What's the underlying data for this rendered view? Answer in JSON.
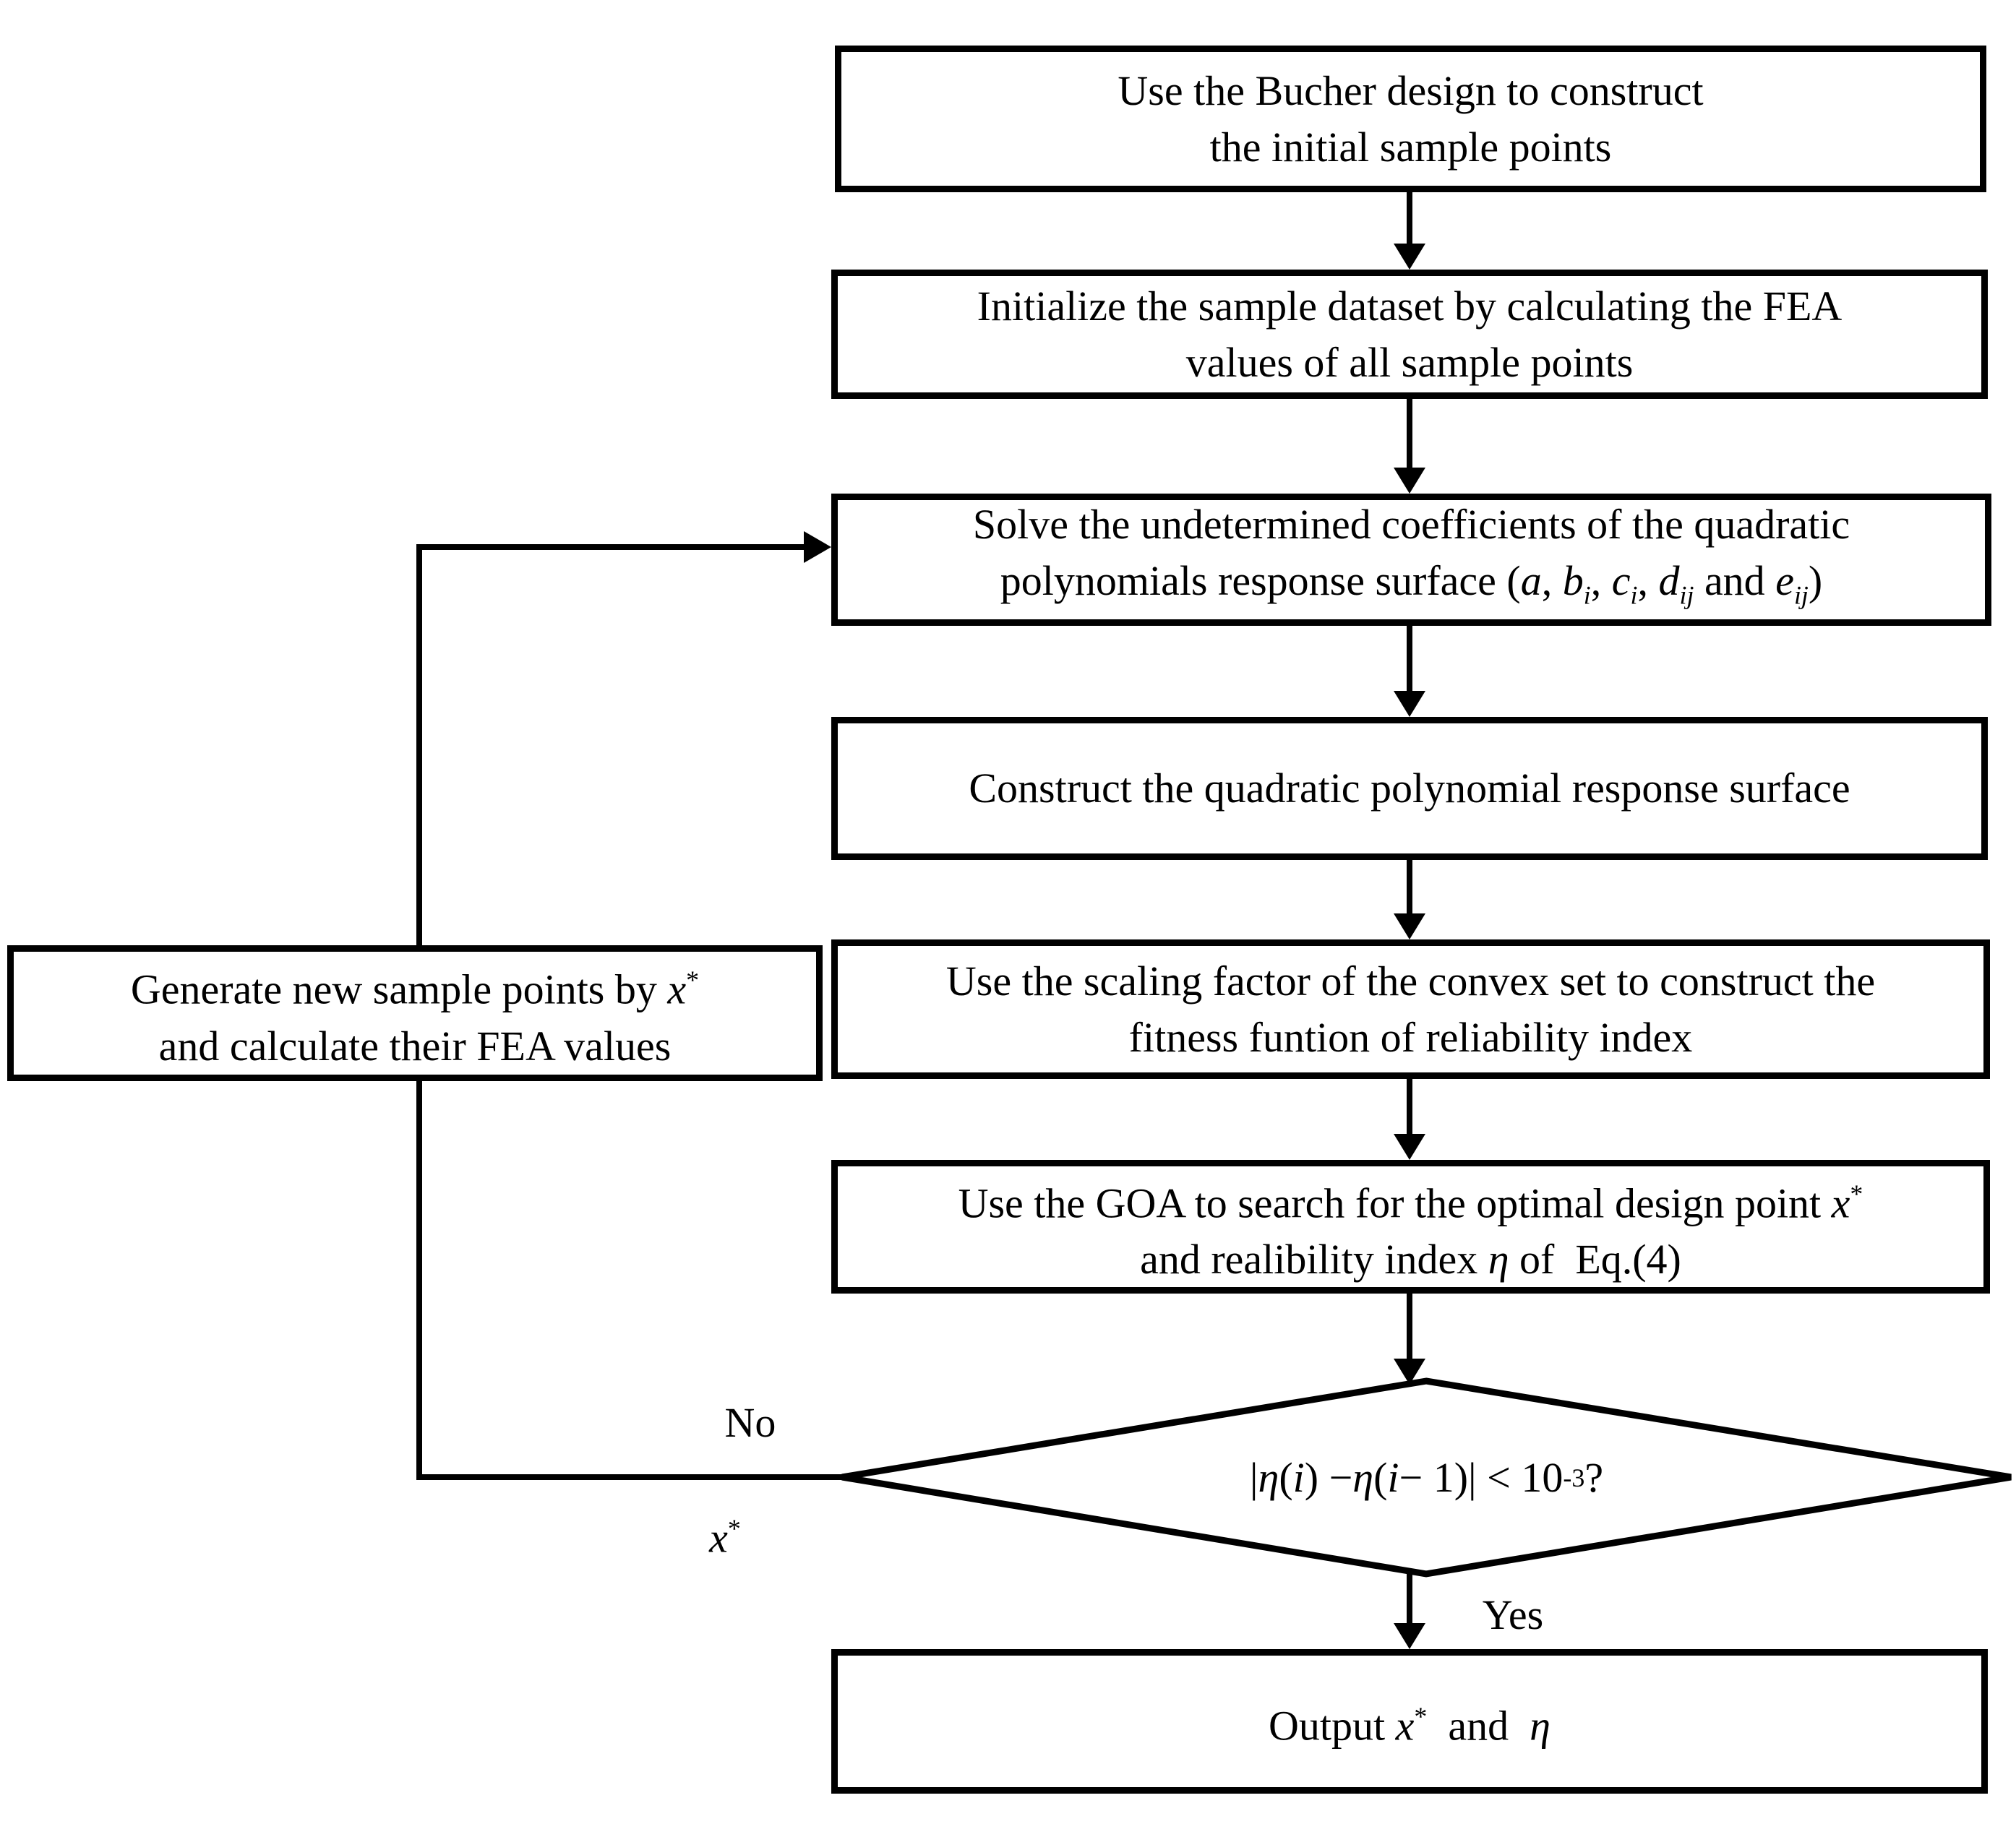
{
  "diagram_title": "GOA response-surface reliability flowchart",
  "colors": {
    "ink": "#000000",
    "paper": "#ffffff"
  },
  "nodes": {
    "bucher": {
      "line1": "Use the Bucher design to construct",
      "line2": "the initial sample points"
    },
    "init": {
      "line1": "Initialize the sample dataset by calculating the FEA",
      "line2": "values of all sample points"
    },
    "solve": {
      "line1": "Solve the undetermined coefficients of the quadratic",
      "line2": [
        {
          "t": "polynomials response surface ("
        },
        {
          "t": "a",
          "i": true
        },
        {
          "t": ", "
        },
        {
          "t": "b",
          "i": true
        },
        {
          "t": "i",
          "sub": true,
          "i": true
        },
        {
          "t": ", "
        },
        {
          "t": "c",
          "i": true
        },
        {
          "t": "i",
          "sub": true,
          "i": true
        },
        {
          "t": ", "
        },
        {
          "t": "d",
          "i": true
        },
        {
          "t": "ij",
          "sub": true,
          "i": true
        },
        {
          "t": " and "
        },
        {
          "t": "e",
          "i": true
        },
        {
          "t": "ij",
          "sub": true,
          "i": true
        },
        {
          "t": ")"
        }
      ]
    },
    "construct": {
      "line1": "Construct the quadratic polynomial response surface"
    },
    "scaling": {
      "line1": "Use the scaling factor of the convex set to construct the",
      "line2": "fitness funtion of reliability index"
    },
    "goa": {
      "line1": [
        {
          "t": "Use the GOA to search for the optimal design point "
        },
        {
          "t": "x",
          "i": true
        },
        {
          "t": "*",
          "sup": true
        }
      ],
      "line2": [
        {
          "t": "and realibility index "
        },
        {
          "t": "η",
          "i": true
        },
        {
          "t": " of  Eq.(4)"
        }
      ]
    },
    "generate": {
      "line1": [
        {
          "t": "Generate new sample points by "
        },
        {
          "t": "x",
          "i": true
        },
        {
          "t": "*",
          "sup": true
        }
      ],
      "line2": "and calculate their FEA values"
    },
    "decision": {
      "condition": [
        {
          "t": "|"
        },
        {
          "t": "η",
          "i": true
        },
        {
          "t": "("
        },
        {
          "t": "i",
          "i": true
        },
        {
          "t": ") − "
        },
        {
          "t": "η",
          "i": true
        },
        {
          "t": "("
        },
        {
          "t": "i",
          "i": true
        },
        {
          "t": " − 1)| < 10"
        },
        {
          "t": "-3",
          "sup": true
        },
        {
          "t": " ?"
        }
      ]
    },
    "output": {
      "line1": [
        {
          "t": "Output "
        },
        {
          "t": "x",
          "i": true
        },
        {
          "t": "*",
          "sup": true
        },
        {
          "t": "  and  "
        },
        {
          "t": "η",
          "i": true
        }
      ]
    }
  },
  "edge_labels": {
    "no": "No",
    "yes": "Yes",
    "xstar": [
      {
        "t": "x",
        "i": true
      },
      {
        "t": "*",
        "sup": true
      }
    ]
  }
}
